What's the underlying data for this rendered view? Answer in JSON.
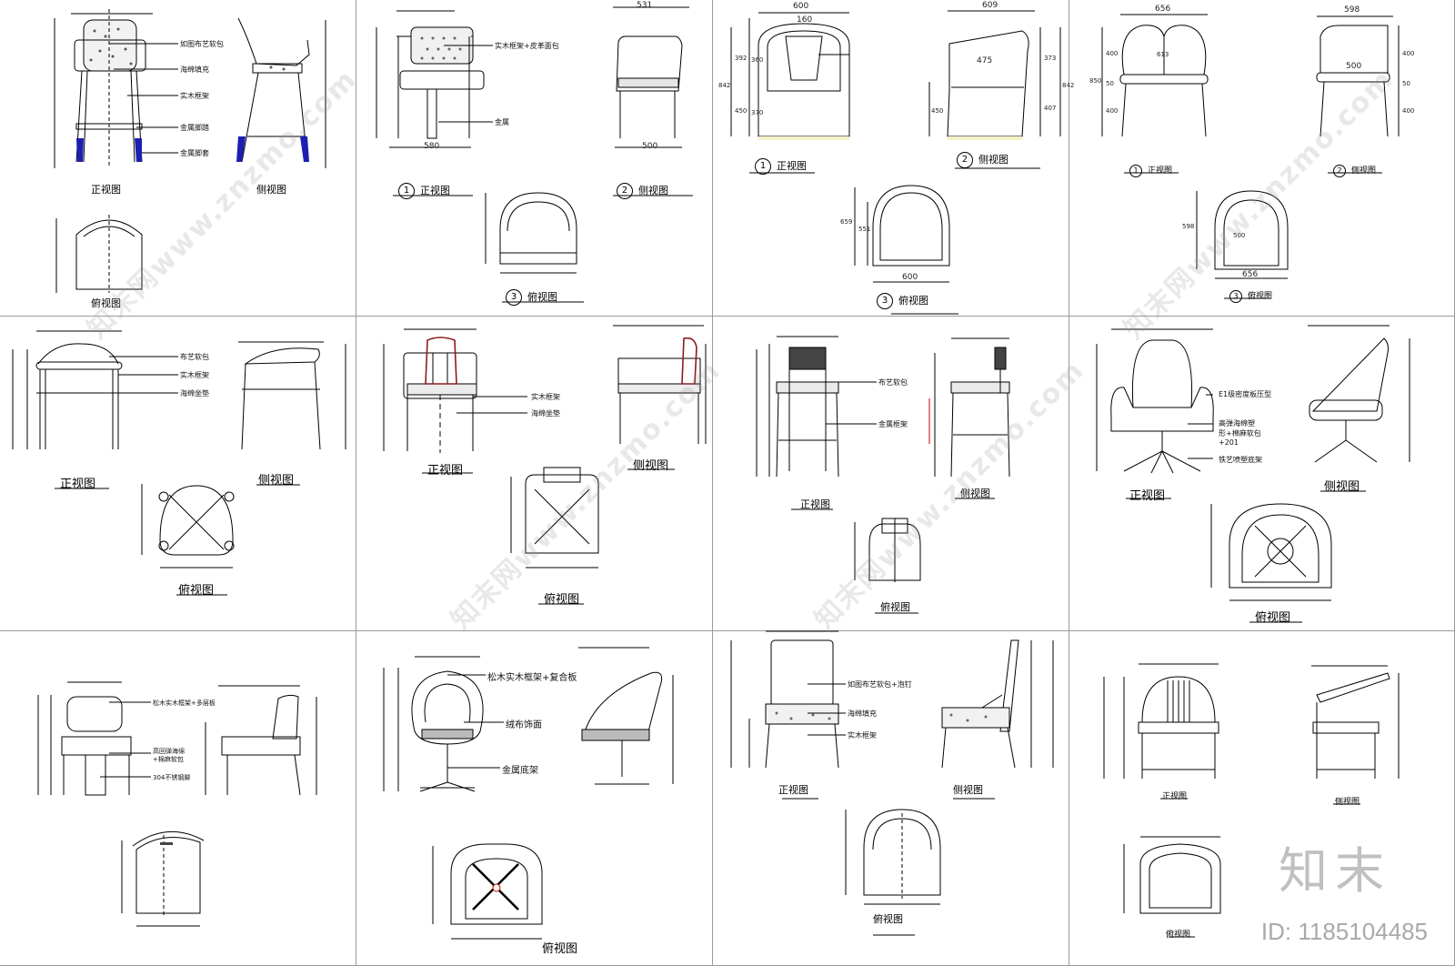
{
  "labels": {
    "front": "正视图",
    "side": "侧视图",
    "top": "俯视图",
    "idx1": "1",
    "idx2": "2",
    "idx3": "3"
  },
  "notes": {
    "c1_a": "如图布艺软包",
    "c1_b": "海绵填充",
    "c1_c": "实木框架",
    "c1_d": "金属脚踏",
    "c1_e": "金属脚套",
    "c2_a": "实木框架+皮革面包",
    "c2_b": "金属",
    "c5_a": "布艺软包",
    "c5_b": "实木框架",
    "c5_c": "海绵坐垫",
    "c6_a": "实木框架",
    "c6_b": "海绵坐垫",
    "c7_a": "布艺软包",
    "c7_b": "金属框架",
    "c8_a": "E1级密度板压型",
    "c8_b": "高弹海绵塑",
    "c8_c": "形+棉麻软包",
    "c8_d": "+201",
    "c8_e": "铁艺喷塑底架",
    "c9_a": "松木实木框架+多层板",
    "c9_b": "高回弹海绵",
    "c9_c": "+棉麻软包",
    "c9_d": "304不锈钢脚",
    "c10_a": "松木实木框架+复合板",
    "c10_b": "绒布饰面",
    "c10_c": "金属底架",
    "c11_a": "如图布艺软包+泡钉",
    "c11_b": "海绵填充",
    "c11_c": "实木框架"
  },
  "dims": {
    "c2": [
      "580",
      "531",
      "500"
    ],
    "c3": [
      "600",
      "160",
      "609",
      "475",
      "392",
      "360",
      "450",
      "370",
      "842",
      "373",
      "407",
      "450",
      "842",
      "659",
      "551",
      "600"
    ],
    "c4": [
      "656",
      "613",
      "598",
      "500",
      "850",
      "400",
      "50",
      "400",
      "400",
      "50",
      "400",
      "598",
      "500",
      "656"
    ]
  },
  "watermark": "知末网www.znzmo.com",
  "brand": "知末",
  "id_text": "ID: 1185104485"
}
